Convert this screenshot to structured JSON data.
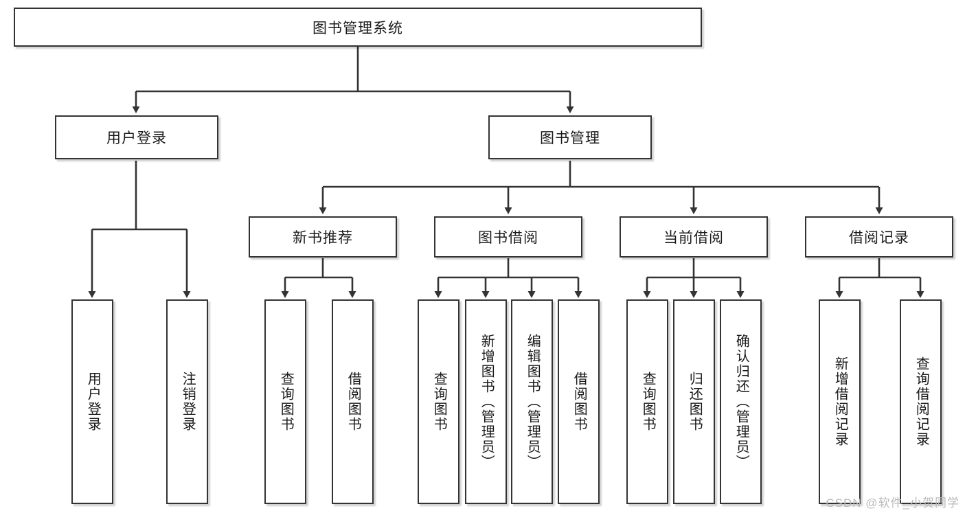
{
  "diagram": {
    "type": "tree",
    "title": "图书管理系统",
    "nodes": {
      "root": {
        "label": "图书管理系统",
        "level": 1
      },
      "user_login": {
        "label": "用户登录",
        "level": 2
      },
      "book_manage": {
        "label": "图书管理",
        "level": 2
      },
      "new_book_rec": {
        "label": "新书推荐",
        "level": 3
      },
      "book_borrow": {
        "label": "图书借阅",
        "level": 3
      },
      "current_borrow": {
        "label": "当前借阅",
        "level": 3
      },
      "borrow_record": {
        "label": "借阅记录",
        "level": 3
      },
      "leaf_user_login": {
        "label": "用户登录",
        "level": 4
      },
      "leaf_logout": {
        "label": "注销登录",
        "level": 4
      },
      "leaf_query_book_1": {
        "label": "查询图书",
        "level": 4
      },
      "leaf_borrow_book_1": {
        "label": "借阅图书",
        "level": 4
      },
      "leaf_query_book_2": {
        "label": "查询图书",
        "level": 4
      },
      "leaf_add_book": {
        "label": "新增图书（管理员）",
        "level": 4
      },
      "leaf_edit_book": {
        "label": "编辑图书（管理员）",
        "level": 4
      },
      "leaf_borrow_book_2": {
        "label": "借阅图书",
        "level": 4
      },
      "leaf_query_book_3": {
        "label": "查询图书",
        "level": 4
      },
      "leaf_return_book": {
        "label": "归还图书",
        "level": 4
      },
      "leaf_confirm_return": {
        "label": "确认归还（管理员）",
        "level": 4
      },
      "leaf_add_record": {
        "label": "新增借阅记录",
        "level": 4
      },
      "leaf_query_record": {
        "label": "查询借阅记录",
        "level": 4
      }
    },
    "edges": [
      {
        "from": "root",
        "to": "user_login"
      },
      {
        "from": "root",
        "to": "book_manage"
      },
      {
        "from": "user_login",
        "to": "leaf_user_login"
      },
      {
        "from": "user_login",
        "to": "leaf_logout"
      },
      {
        "from": "book_manage",
        "to": "new_book_rec"
      },
      {
        "from": "book_manage",
        "to": "book_borrow"
      },
      {
        "from": "book_manage",
        "to": "current_borrow"
      },
      {
        "from": "book_manage",
        "to": "borrow_record"
      },
      {
        "from": "new_book_rec",
        "to": "leaf_query_book_1"
      },
      {
        "from": "new_book_rec",
        "to": "leaf_borrow_book_1"
      },
      {
        "from": "book_borrow",
        "to": "leaf_query_book_2"
      },
      {
        "from": "book_borrow",
        "to": "leaf_add_book"
      },
      {
        "from": "book_borrow",
        "to": "leaf_edit_book"
      },
      {
        "from": "book_borrow",
        "to": "leaf_borrow_book_2"
      },
      {
        "from": "current_borrow",
        "to": "leaf_query_book_3"
      },
      {
        "from": "current_borrow",
        "to": "leaf_return_book"
      },
      {
        "from": "current_borrow",
        "to": "leaf_confirm_return"
      },
      {
        "from": "borrow_record",
        "to": "leaf_add_record"
      },
      {
        "from": "borrow_record",
        "to": "leaf_query_record"
      }
    ],
    "colors": {
      "box_border": "#333333",
      "box_fill": "#ffffff",
      "connector": "#333333",
      "text": "#1a1a1a",
      "watermark": "#b9b9b9"
    }
  },
  "watermark": {
    "text": "CSDN @软件_小贺同学"
  }
}
